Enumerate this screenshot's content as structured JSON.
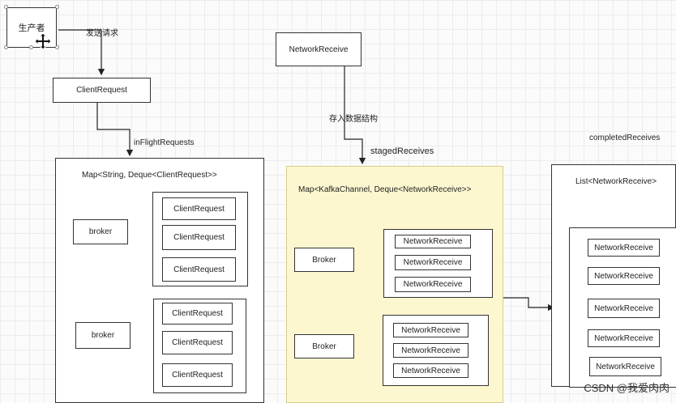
{
  "nodes": {
    "producer": "生产者",
    "client_request": "ClientRequest",
    "network_receive": "NetworkReceive"
  },
  "edge_labels": {
    "send_request": "发送请求",
    "store_data": "存入数据结构",
    "in_flight": "inFlightRequests",
    "staged": "stagedReceives",
    "completed": "completedReceives"
  },
  "in_flight_map": {
    "title": "Map<String, Deque<ClientRequest>>",
    "groups": [
      {
        "key": "broker",
        "items": [
          "ClientRequest",
          "ClientRequest",
          "ClientRequest"
        ]
      },
      {
        "key": "broker",
        "items": [
          "ClientRequest",
          "ClientRequest",
          "ClientRequest"
        ]
      }
    ]
  },
  "staged_map": {
    "title": "Map<KafkaChannel, Deque<NetworkReceive>>",
    "groups": [
      {
        "key": "Broker",
        "items": [
          "NetworkReceive",
          "NetworkReceive",
          "NetworkReceive"
        ]
      },
      {
        "key": "Broker",
        "items": [
          "NetworkReceive",
          "NetworkReceive",
          "NetworkReceive"
        ]
      }
    ]
  },
  "completed_list": {
    "title": "List<NetworkReceive>",
    "items": [
      "NetworkReceive",
      "NetworkReceive",
      "NetworkReceive",
      "NetworkReceive",
      "NetworkReceive"
    ]
  },
  "watermark": "CSDN @我爱肉肉",
  "cursor_icon": "move-cursor-icon"
}
